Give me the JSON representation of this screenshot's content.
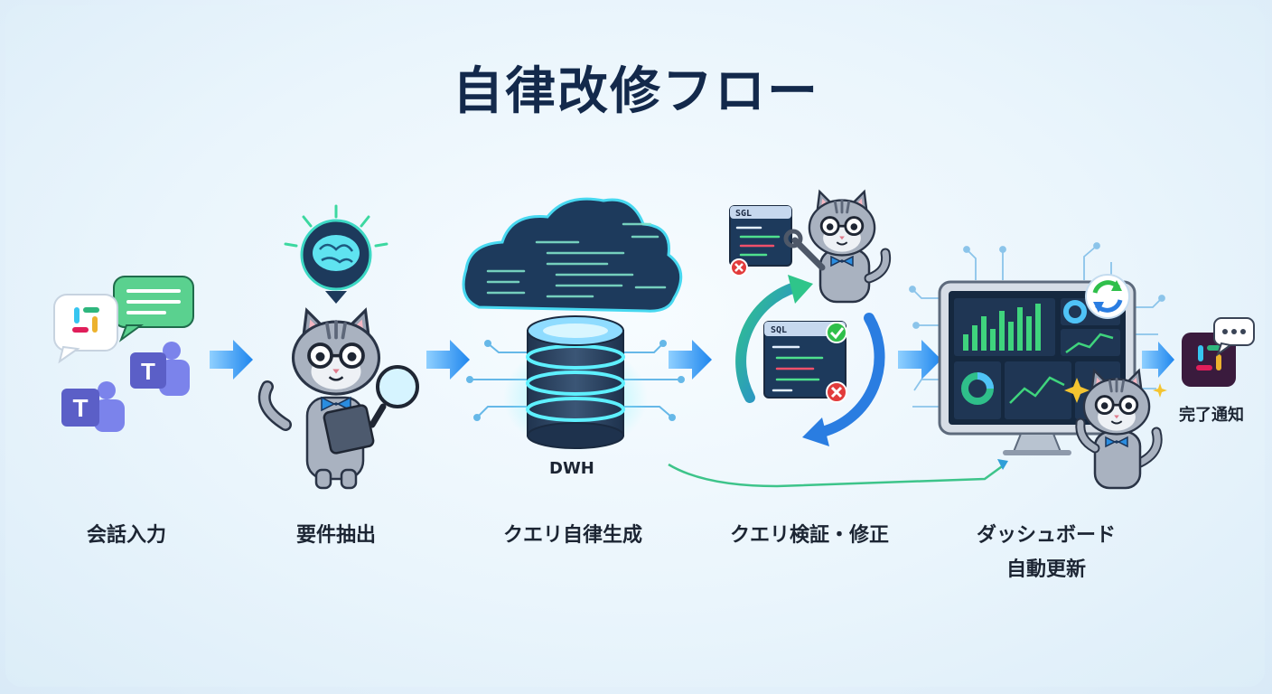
{
  "title": "自律改修フロー",
  "steps": [
    {
      "id": "input",
      "label": "会話入力"
    },
    {
      "id": "extract",
      "label": "要件抽出"
    },
    {
      "id": "generate",
      "label": "クエリ自律生成"
    },
    {
      "id": "verify",
      "label": "クエリ検証・修正"
    },
    {
      "id": "dashboard",
      "label_line1": "ダッシュボード",
      "label_line2": "自動更新"
    },
    {
      "id": "notify",
      "label": "完了通知"
    }
  ],
  "dwh_label": "DWH",
  "sql_tags": {
    "top": "SGL",
    "middle": "SQL"
  },
  "colors": {
    "title": "#13294b",
    "arrow": "#2b8df0",
    "teams": "#5b5fc7",
    "cat": "#9aa4b4",
    "cloud": "#1d3a5c",
    "glow": "#3ce0d0",
    "cycle_blue": "#2a7de1",
    "cycle_green": "#2fbf8a",
    "success": "#2fbf4a",
    "error": "#e23b3b",
    "slack_dark": "#3a1b3d"
  },
  "icons": [
    "slack-icon",
    "teams-icon",
    "chat-bubble-icon",
    "brain-icon",
    "magnifier-icon",
    "tablet-icon",
    "database-icon",
    "cloud-icon",
    "wrench-icon",
    "check-icon",
    "error-icon",
    "refresh-icon",
    "monitor-icon",
    "sparkle-icon"
  ]
}
